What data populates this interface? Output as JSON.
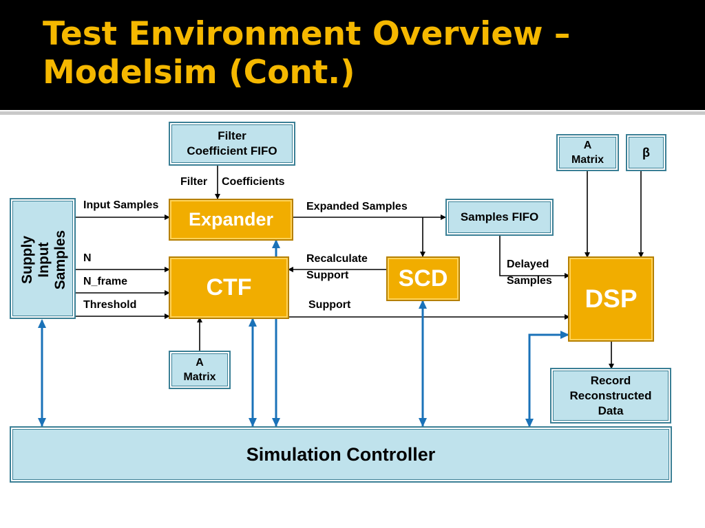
{
  "slide": {
    "title_line1": "Test Environment Overview –",
    "title_line2": "Modelsim (Cont.)"
  },
  "blocks": {
    "filter_fifo": [
      "Filter",
      "Coefficient FIFO"
    ],
    "expander": "Expander",
    "ctf": "CTF",
    "scd": "SCD",
    "dsp": "DSP",
    "samples_fifo": "Samples FIFO",
    "supply": [
      "Supply",
      "Input",
      "Samples"
    ],
    "a_matrix_ctf": [
      "A",
      "Matrix"
    ],
    "a_matrix_dsp": [
      "A",
      "Matrix"
    ],
    "beta": "β",
    "record": [
      "Record",
      "Reconstructed",
      "Data"
    ],
    "sim_controller": "Simulation Controller"
  },
  "labels": {
    "filter": "Filter",
    "coefficients": "Coefficients",
    "input_samples": "Input Samples",
    "expanded_samples": "Expanded Samples",
    "n": "N",
    "n_frame": "N_frame",
    "threshold": "Threshold",
    "recalculate": "Recalculate",
    "support_scd": "Support",
    "support": "Support",
    "delayed": "Delayed",
    "samples": "Samples"
  },
  "colors": {
    "title": "#f5b800",
    "light_block": "#bfe2ec",
    "gold_block": "#f1ad00",
    "control_arrow": "#1a72b8"
  }
}
